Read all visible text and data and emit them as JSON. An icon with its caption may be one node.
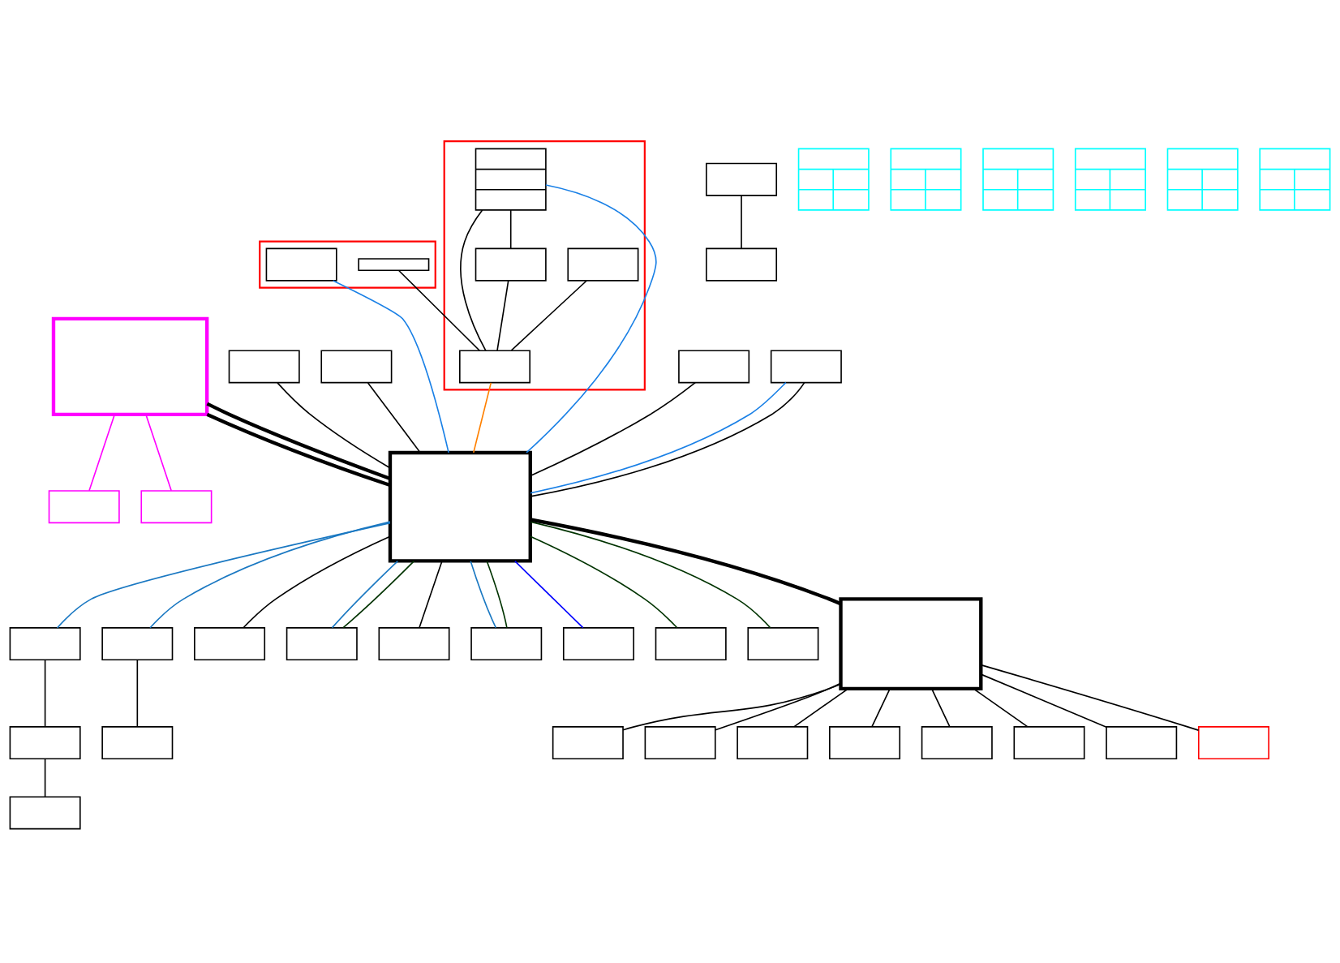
{
  "diagram": {
    "nodes": [
      {
        "text": [],
        "shape": "box"
      },
      {
        "text": [],
        "shape": "box"
      },
      {
        "text": [],
        "shape": "box"
      },
      {
        "text": [],
        "shape": "box"
      },
      {
        "text": [],
        "shape": "box"
      },
      {
        "text": [],
        "shape": "table"
      },
      {
        "text": [],
        "shape": "table"
      },
      {
        "text": [],
        "shape": "box"
      },
      {
        "text": [],
        "shape": "box"
      },
      {
        "text": [],
        "shape": "box"
      },
      {
        "text": [],
        "shape": "box",
        "in": 9
      },
      {
        "text": [],
        "shape": "bar",
        "in": 9
      },
      {
        "text": [],
        "shape": "table"
      },
      {
        "text": [],
        "shape": "box"
      },
      {
        "text": [],
        "shape": "box"
      },
      {
        "text": [],
        "shape": "box"
      },
      {
        "text": [],
        "shape": "box"
      },
      {
        "text": [],
        "shape": "box"
      },
      {
        "text": [],
        "shape": "table"
      },
      {
        "text": [],
        "shape": "box"
      },
      {
        "text": [],
        "shape": "box"
      },
      {
        "text": [],
        "shape": "box"
      },
      {
        "text": [],
        "shape": "box",
        "in": 21
      },
      {
        "text": [],
        "shape": "box",
        "in": 21
      },
      {
        "text": [],
        "shape": "box"
      },
      {
        "text": [],
        "shape": "box"
      },
      {
        "text": [],
        "shape": "table"
      },
      {
        "text": [],
        "shape": "box"
      },
      {
        "text": [],
        "shape": "box"
      },
      {
        "text": [],
        "shape": "stack",
        "in": 21
      },
      {
        "text": [],
        "shape": "box",
        "in": 21
      },
      {
        "text": [],
        "shape": "box"
      },
      {
        "text": [],
        "shape": "box"
      },
      {
        "text": [],
        "shape": "table"
      },
      {
        "text": [],
        "shape": "box"
      },
      {
        "text": [],
        "shape": "box"
      },
      {
        "text": [],
        "shape": "box"
      },
      {
        "text": [],
        "shape": "box"
      },
      {
        "text": [],
        "shape": "box"
      },
      {
        "text": [],
        "shape": "box"
      },
      {
        "text": [],
        "shape": "box"
      },
      {
        "text": [],
        "shape": "box"
      },
      {
        "text": [],
        "shape": "box"
      },
      {
        "text": [],
        "shape": "box"
      },
      {
        "text": [],
        "shape": "box"
      }
    ],
    "edges": [
      {
        "from": 0,
        "to": 17,
        "arrow": "none",
        "style": "thick"
      },
      {
        "from": 0,
        "to": 17,
        "arrow": "none",
        "style": "thick"
      },
      {
        "from": 0,
        "to": 1,
        "arrow": "none",
        "color": "#ff00ff"
      },
      {
        "from": 0,
        "to": 2,
        "arrow": "none",
        "color": "#ff00ff"
      },
      {
        "from": 3,
        "to": 4,
        "arrow": "none"
      },
      {
        "from": 7,
        "to": 17,
        "arrow": "none"
      },
      {
        "from": 8,
        "to": 17,
        "arrow": "none"
      },
      {
        "from": 13,
        "to": 17,
        "arrow": "none"
      },
      {
        "from": 10,
        "to": 17,
        "arrow": "none",
        "color": "#1a80e6"
      },
      {
        "from": 29,
        "to": 17,
        "arrow": "none",
        "color": "#1a80e6"
      },
      {
        "from": 36,
        "to": 17,
        "arrow": "none",
        "color": "#1a80e6"
      },
      {
        "from": 11,
        "to": 23,
        "arrow": "none"
      },
      {
        "from": 22,
        "to": 23,
        "arrow": "none"
      },
      {
        "from": 23,
        "to": 17,
        "arrow": "none",
        "color": "#ff8000"
      },
      {
        "from": 30,
        "to": 23,
        "arrow": "none"
      },
      {
        "from": 29,
        "to": 30,
        "arrow": "none"
      },
      {
        "from": 29,
        "to": 23,
        "arrow": "none"
      },
      {
        "from": 36,
        "to": 17,
        "arrow": "none"
      },
      {
        "from": 17,
        "to": 35,
        "arrow": "none",
        "style": "thick"
      },
      {
        "from": 17,
        "to": 14,
        "arrow": "none",
        "color": "#1a78c2"
      },
      {
        "from": 17,
        "to": 19,
        "arrow": "none",
        "color": "#1a78c2"
      },
      {
        "from": 17,
        "to": 25,
        "arrow": "none",
        "color": "#1a78c2"
      },
      {
        "from": 17,
        "to": 28,
        "arrow": "none",
        "color": "#1a78c2"
      },
      {
        "from": 17,
        "to": 25,
        "arrow": "none",
        "color": "#003300"
      },
      {
        "from": 17,
        "to": 28,
        "arrow": "none",
        "color": "#003300"
      },
      {
        "from": 17,
        "to": 32,
        "arrow": "none",
        "color": "#003300"
      },
      {
        "from": 17,
        "to": 34,
        "arrow": "none",
        "color": "#003300"
      },
      {
        "from": 17,
        "to": 24,
        "arrow": "none"
      },
      {
        "from": 17,
        "to": 27,
        "arrow": "none"
      },
      {
        "from": 17,
        "to": 31,
        "arrow": "none",
        "color": "#0000ff"
      },
      {
        "from": 14,
        "to": 15,
        "arrow": "none"
      },
      {
        "from": 15,
        "to": 16,
        "arrow": "none"
      },
      {
        "from": 19,
        "to": 20,
        "arrow": "none"
      },
      {
        "from": 35,
        "to": 38,
        "arrow": "none"
      },
      {
        "from": 35,
        "to": 39,
        "arrow": "none"
      },
      {
        "from": 35,
        "to": 40,
        "arrow": "none"
      },
      {
        "from": 35,
        "to": 41,
        "arrow": "none"
      },
      {
        "from": 35,
        "to": 42,
        "arrow": "none"
      },
      {
        "from": 35,
        "to": 37,
        "arrow": "none"
      },
      {
        "from": 35,
        "to": 43,
        "arrow": "none"
      },
      {
        "from": 35,
        "to": 44,
        "arrow": "none"
      }
    ]
  }
}
